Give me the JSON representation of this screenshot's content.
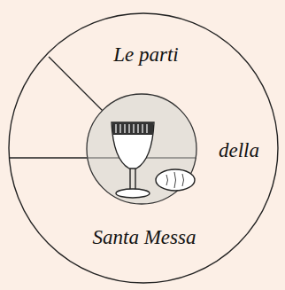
{
  "diagram": {
    "nodes": [
      {
        "text": [
          "Le parti",
          "della",
          "Santa Messa"
        ]
      }
    ]
  }
}
